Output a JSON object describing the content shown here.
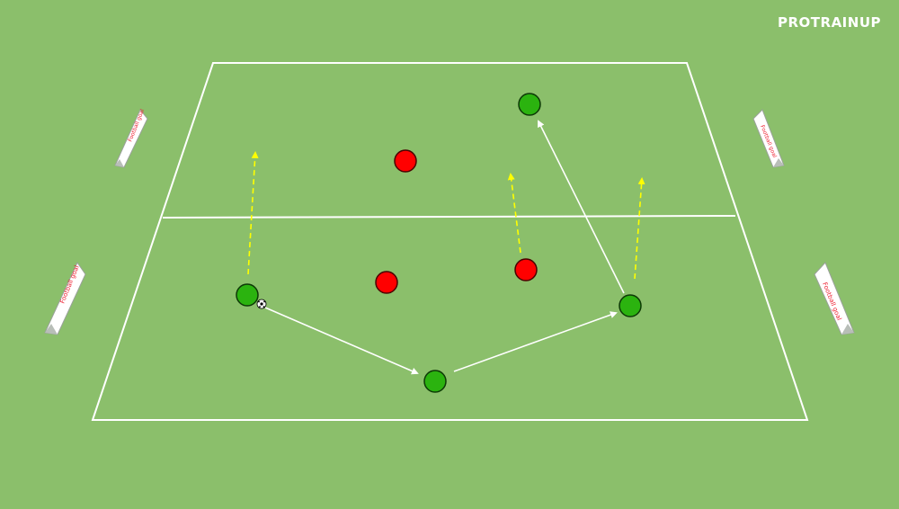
{
  "brand": {
    "name": "PROTRAINUP"
  },
  "colors": {
    "grass": "#8bbf6b",
    "lines": "#ffffff",
    "team_green": "#2bb30f",
    "team_red": "#ff0000",
    "pass_arrow": "#ffffff",
    "run_arrow": "#ffff00"
  },
  "pitch": {
    "sections": 2,
    "halfway_line": true
  },
  "players": [
    {
      "team": "green",
      "label": "player-green-top"
    },
    {
      "team": "red",
      "label": "player-red-top"
    },
    {
      "team": "red",
      "label": "player-red-mid-left"
    },
    {
      "team": "red",
      "label": "player-red-mid-right"
    },
    {
      "team": "green",
      "label": "player-green-left-with-ball",
      "has_ball": true
    },
    {
      "team": "green",
      "label": "player-green-right"
    },
    {
      "team": "green",
      "label": "player-green-bottom"
    }
  ],
  "arrows": [
    {
      "kind": "pass",
      "style": "solid",
      "label": "pass-left-to-bottom"
    },
    {
      "kind": "pass",
      "style": "solid",
      "label": "pass-bottom-to-right"
    },
    {
      "kind": "pass",
      "style": "solid",
      "label": "pass-right-to-top"
    },
    {
      "kind": "run",
      "style": "dashed",
      "label": "run-left-upfield"
    },
    {
      "kind": "run",
      "style": "dashed",
      "label": "run-red-upfield"
    },
    {
      "kind": "run",
      "style": "dashed",
      "label": "run-right-upfield"
    }
  ],
  "goals": [
    {
      "side": "left",
      "label": "mini-goal-left-top"
    },
    {
      "side": "left",
      "label": "mini-goal-left-bottom"
    },
    {
      "side": "right",
      "label": "mini-goal-right-top"
    },
    {
      "side": "right",
      "label": "mini-goal-right-bottom"
    }
  ]
}
